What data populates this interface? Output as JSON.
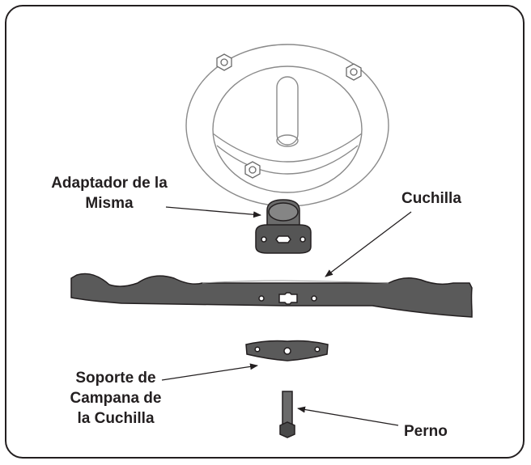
{
  "labels": {
    "adapter_line1": "Adaptador de la",
    "adapter_line2": "Misma",
    "blade": "Cuchilla",
    "bracket_line1": "Soporte de",
    "bracket_line2": "Campana de",
    "bracket_line3": "la Cuchilla",
    "bolt": "Perno"
  },
  "colors": {
    "outline": "#231f20",
    "part_fill": "#5a5a5a",
    "part_dark": "#3a3a3a",
    "deck_line": "#8a8a8a"
  }
}
